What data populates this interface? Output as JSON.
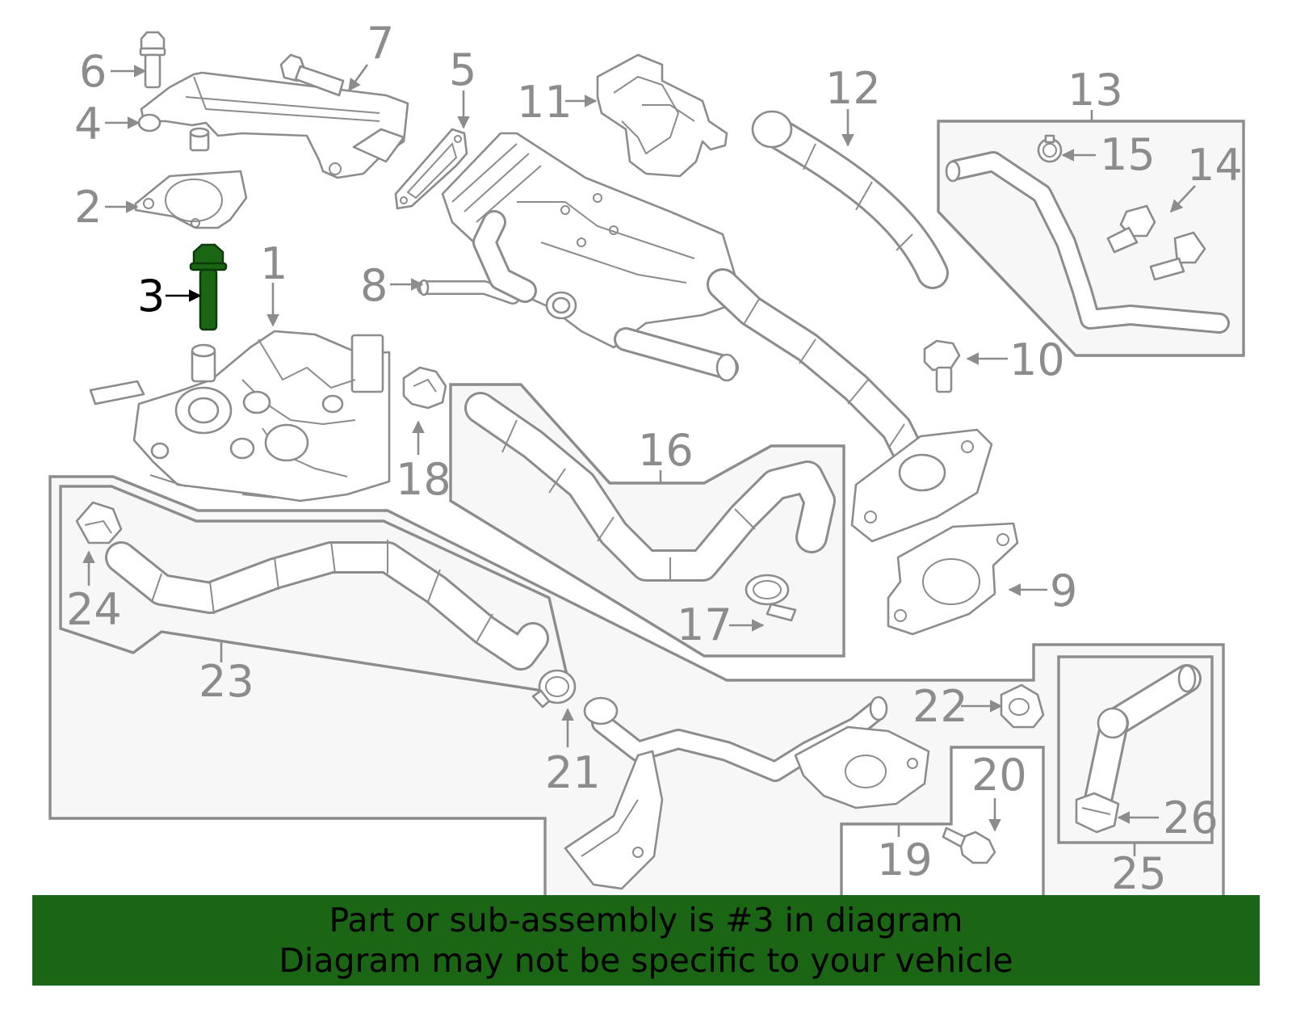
{
  "diagram": {
    "highlight_color": "#1a6614",
    "callouts": [
      "1",
      "2",
      "3",
      "4",
      "5",
      "6",
      "7",
      "8",
      "9",
      "10",
      "11",
      "12",
      "13",
      "14",
      "15",
      "16",
      "17",
      "18",
      "19",
      "20",
      "21",
      "22",
      "23",
      "24",
      "25",
      "26"
    ],
    "highlighted_callout": "3"
  },
  "banner": {
    "line1": "Part or sub-assembly is #3 in diagram",
    "line2": "Diagram may not be specific to your vehicle",
    "background": "#1a6614"
  }
}
